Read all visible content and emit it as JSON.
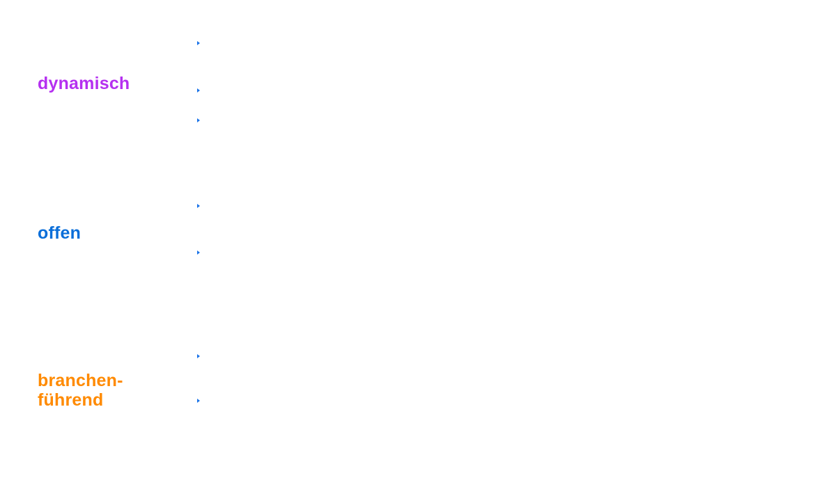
{
  "sections": [
    {
      "heading": "dynamisch",
      "color": "#b530f0",
      "bullets": 3
    },
    {
      "heading": "offen",
      "color": "#0a6ed9",
      "bullets": 2
    },
    {
      "heading_line1": "branchen-",
      "heading_line2": "führend",
      "color": "#ff8a00",
      "bullets": 2
    }
  ],
  "bullet_icon": "triangle-right-icon",
  "bullet_color": "#1a73e8"
}
